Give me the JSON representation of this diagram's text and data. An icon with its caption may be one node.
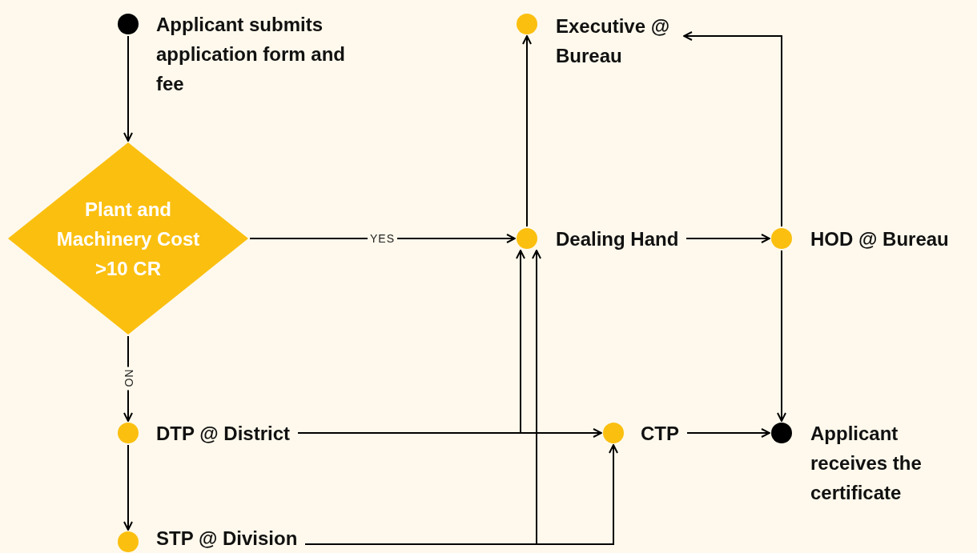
{
  "diagram": {
    "nodes": [
      {
        "text": [],
        "shape": "circle",
        "beside": [
          "Applicant submits application form and fee"
        ]
      },
      {
        "text": [
          "Plant and Machinery Cost >10 CR"
        ]
      },
      {
        "text": [],
        "shape": "circle",
        "beside": [
          "Executive @ Bureau"
        ]
      },
      {
        "text": [],
        "shape": "circle",
        "beside": [
          "Dealing Hand"
        ]
      },
      {
        "text": [],
        "shape": "circle",
        "beside": [
          "HOD @ Bureau"
        ]
      },
      {
        "text": [],
        "shape": "circle",
        "beside": [
          "DTP @ District"
        ]
      },
      {
        "text": [],
        "shape": "circle",
        "beside": [
          "STP @ Division"
        ]
      },
      {
        "text": [],
        "shape": "circle",
        "beside": [
          "CTP"
        ]
      },
      {
        "text": [],
        "shape": "circle",
        "beside": [
          "Applicant receives the certificate"
        ]
      }
    ],
    "edges": [
      {
        "from": 0,
        "to": 1,
        "arrow": "to"
      },
      {
        "from": 1,
        "to": 3,
        "arrow": "to",
        "label": "YES"
      },
      {
        "from": 1,
        "to": 5,
        "arrow": "to",
        "label": "NO"
      },
      {
        "from": 3,
        "to": 2,
        "arrow": "to"
      },
      {
        "from": 3,
        "to": 4,
        "arrow": "to"
      },
      {
        "from": 4,
        "to": 2,
        "arrow": "to"
      },
      {
        "from": 4,
        "to": 8,
        "arrow": "to"
      },
      {
        "from": 5,
        "to": 6,
        "arrow": "to"
      },
      {
        "from": 5,
        "to": 7,
        "arrow": "to"
      },
      {
        "from": 5,
        "to": 3,
        "arrow": "to"
      },
      {
        "from": 6,
        "to": 3,
        "arrow": "to"
      },
      {
        "from": 6,
        "to": 7,
        "arrow": "to"
      },
      {
        "from": 7,
        "to": 8,
        "arrow": "to"
      }
    ]
  }
}
